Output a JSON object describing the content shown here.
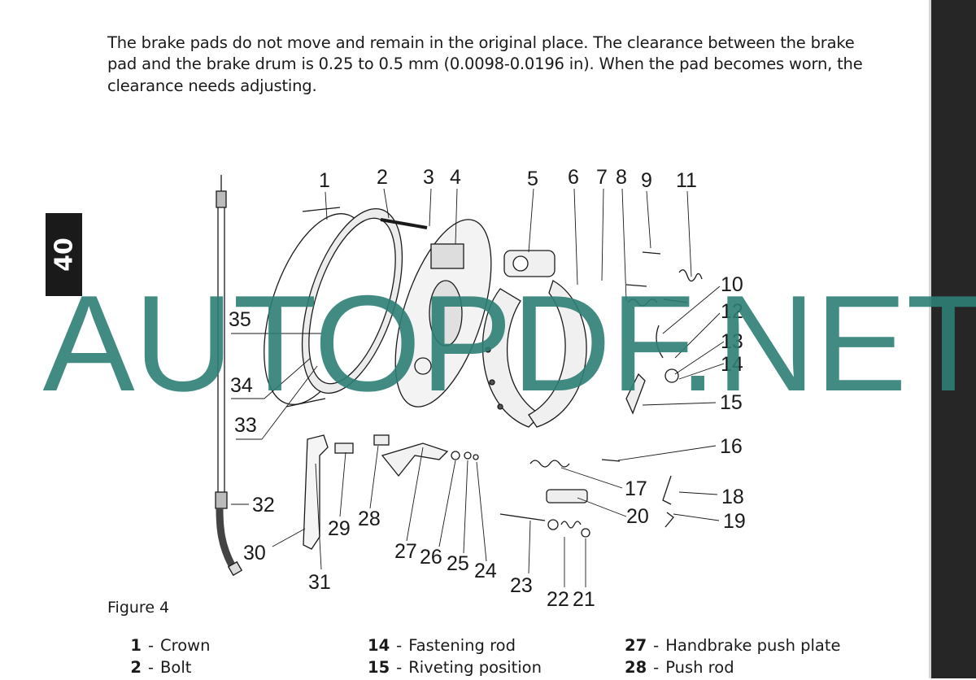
{
  "intro_text": "The brake pads do not move and remain in the original place. The clearance between the brake pad and the brake drum is 0.25 to 0.5 mm (0.0098-0.0196 in). When the pad becomes worn, the clearance needs adjusting.",
  "chapter_tab": "40",
  "watermark": "AUTOPDF.NET",
  "figure_caption": "Figure 4",
  "callouts": {
    "n1": "1",
    "n2": "2",
    "n3": "3",
    "n4": "4",
    "n5": "5",
    "n6": "6",
    "n7": "7",
    "n8": "8",
    "n9": "9",
    "n10": "10",
    "n11": "11",
    "n12": "12",
    "n13": "13",
    "n14": "14",
    "n15": "15",
    "n16": "16",
    "n17": "17",
    "n18": "18",
    "n19": "19",
    "n20": "20",
    "n21": "21",
    "n22": "22",
    "n23": "23",
    "n24": "24",
    "n25": "25",
    "n26": "26",
    "n27": "27",
    "n28": "28",
    "n29": "29",
    "n30": "30",
    "n31": "31",
    "n32": "32",
    "n33": "33",
    "n34": "34",
    "n35": "35"
  },
  "legend": [
    [
      {
        "num": "1",
        "sep": "-",
        "label": "Crown"
      },
      {
        "num": "2",
        "sep": "-",
        "label": "Bolt"
      }
    ],
    [
      {
        "num": "14",
        "sep": "-",
        "label": "Fastening rod"
      },
      {
        "num": "15",
        "sep": "-",
        "label": "Riveting position"
      }
    ],
    [
      {
        "num": "27",
        "sep": "-",
        "label": "Handbrake push plate"
      },
      {
        "num": "28",
        "sep": "-",
        "label": "Push rod"
      }
    ]
  ]
}
